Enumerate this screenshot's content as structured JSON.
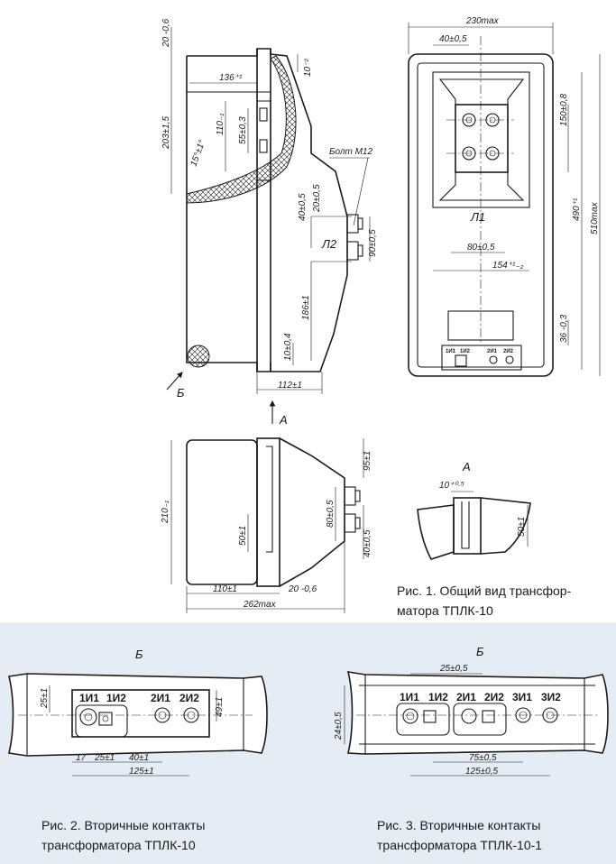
{
  "fig1": {
    "caption_line1": "Рис. 1. Общий вид трансфор-",
    "caption_line2": "матора ТПЛК-10",
    "view_a_label": "A",
    "view_b_label": "Б",
    "arrow_a_label": "A",
    "bolt_label": "Болт М12",
    "l1_label": "Л1",
    "l2_label": "Л2",
    "front": {
      "d_20_06": "20 -0,6",
      "d_203": "203±1,5",
      "d_136": "136⁺¹",
      "d_110": "110₋₁",
      "d_55": "55±0,3",
      "d_15deg": "15°±1°",
      "d_10": "10⁻²",
      "d_20_05": "20±0,5",
      "d_40_05": "40±0,5",
      "d_90_05": "90±0,5",
      "d_186": "186±1",
      "d_10_04": "10±0,4",
      "d_112": "112±1"
    },
    "side": {
      "d_230": "230max",
      "d_40_05": "40±0,5",
      "d_150": "150±0,8",
      "d_490": "490⁺¹",
      "d_510": "510max",
      "d_80": "80±0,5",
      "d_154": "154⁺¹₋₂",
      "d_36": "36 -0,3",
      "terminals": [
        "1И1",
        "1И2",
        "2И1",
        "2И2"
      ]
    },
    "top": {
      "d_210": "210₋₁",
      "d_95": "95±1",
      "d_80": "80±0,5",
      "d_40": "40±0,5",
      "d_50": "50±1",
      "d_110": "110±1",
      "d_20": "20 -0,6",
      "d_262": "262max"
    },
    "detail_a": {
      "d_10": "10⁺⁰·⁵",
      "d_50": "50±1"
    }
  },
  "fig2": {
    "title": "Б",
    "caption_line1": "Рис. 2. Вторичные контакты",
    "caption_line2": "трансформатора ТПЛК-10",
    "terminals": [
      "1И1",
      "1И2",
      "2И1",
      "2И2"
    ],
    "d_25": "25±1",
    "d_49": "49±1",
    "d_17": "17",
    "d_25b": "25±1",
    "d_40": "40±1",
    "d_125": "125±1"
  },
  "fig3": {
    "title": "Б",
    "caption_line1": "Рис. 3. Вторичные контакты",
    "caption_line2": "трансформатора ТПЛК-10-1",
    "terminals": [
      "1И1",
      "1И2",
      "2И1",
      "2И2",
      "3И1",
      "3И2"
    ],
    "d_25": "25±0,5",
    "d_24": "24±0,5",
    "d_75": "75±0,5",
    "d_125": "125±0,5"
  }
}
